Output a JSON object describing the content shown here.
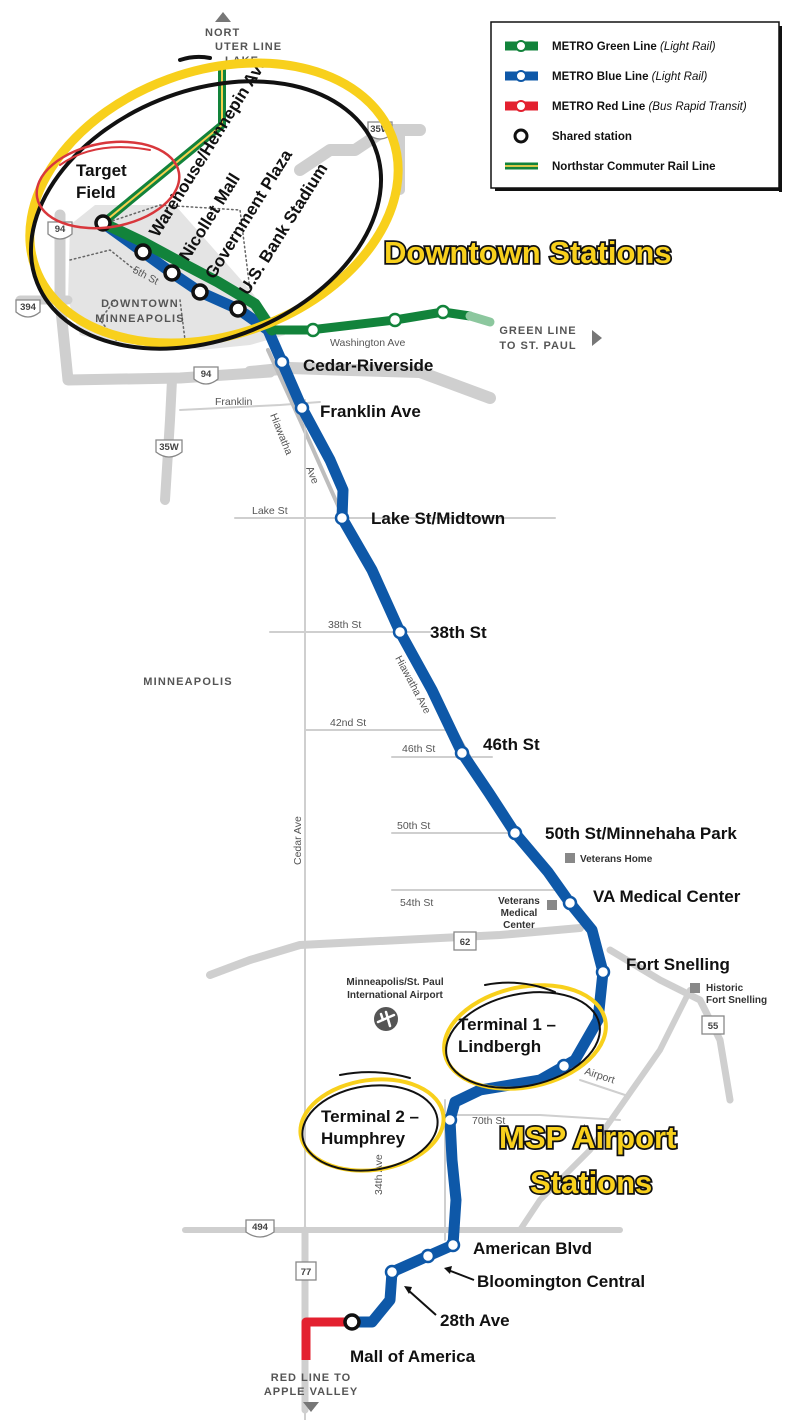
{
  "legend": {
    "items": [
      {
        "name": "METRO Green Line",
        "note": "(Light Rail)",
        "color": "#12833b",
        "kind": "line-station"
      },
      {
        "name": "METRO Blue Line",
        "note": "(Light Rail)",
        "color": "#0e58a8",
        "kind": "line-station"
      },
      {
        "name": "METRO Red Line",
        "note": "(Bus Rapid Transit)",
        "color": "#e3202f",
        "kind": "line-station"
      },
      {
        "name": "Shared station",
        "note": "",
        "color": "#111111",
        "kind": "station"
      },
      {
        "name": "Northstar Commuter Rail Line",
        "note": "",
        "color": "#12833b",
        "kind": "striped-line"
      }
    ]
  },
  "highlights": {
    "downtown": "Downtown Stations",
    "airport_line1": "MSP Airport",
    "airport_line2": "Stations"
  },
  "stations": {
    "target_field_1": "Target",
    "target_field_2": "Field",
    "warehouse": "Warehouse/Hennepin Ave",
    "nicollet": "Nicollet Mall",
    "government": "Government Plaza",
    "usbank": "U.S. Bank Stadium",
    "cedar": "Cedar-Riverside",
    "franklin": "Franklin Ave",
    "lake": "Lake St/Midtown",
    "st38": "38th St",
    "st46": "46th St",
    "st50": "50th St/Minnehaha Park",
    "va": "VA Medical Center",
    "fort": "Fort Snelling",
    "t1_1": "Terminal 1 –",
    "t1_2": "Lindbergh",
    "t2_1": "Terminal 2 –",
    "t2_2": "Humphrey",
    "american": "American Blvd",
    "bloomington": "Bloomington Central",
    "ave28": "28th Ave",
    "moa": "Mall of America"
  },
  "roads": {
    "fifth_st": "5th St",
    "washington": "Washington Ave",
    "franklin": "Franklin",
    "hiawatha1_a": "Hiawatha",
    "hiawatha1_b": "Ave",
    "lake": "Lake St",
    "st38": "38th St",
    "hiawatha2": "Hiawatha Ave",
    "st42": "42nd St",
    "st46": "46th St",
    "st50": "50th St",
    "st54": "54th St",
    "cedar": "Cedar Ave",
    "ave34": "34th Ave",
    "airport": "Airport",
    "st70": "70th St"
  },
  "shields": {
    "i35w_top": "35W",
    "i94_a": "94",
    "i394": "394",
    "i94_b": "94",
    "i35w_bottom": "35W",
    "mn62": "62",
    "mn55": "55",
    "i494": "494",
    "mn77": "77"
  },
  "areas": {
    "downtown_1": "DOWNTOWN",
    "downtown_2": "MINNEAPOLIS",
    "minneapolis": "MINNEAPOLIS"
  },
  "places": {
    "airport_1": "Minneapolis/St. Paul",
    "airport_2": "International Airport",
    "vets_home": "Veterans Home",
    "vamc_1": "Veterans",
    "vamc_2": "Medical",
    "vamc_3": "Center",
    "hfs_1": "Historic",
    "hfs_2": "Fort Snelling"
  },
  "directions": {
    "north_1": "NORTHSTAR",
    "north_1_visible": "NORT",
    "north_2": "COMMUTER LINE",
    "north_2_visible": "UTER LINE",
    "north_3": "TO BIG LAKE",
    "north_3_visible": "LAKE",
    "green_1": "GREEN LINE",
    "green_2": "TO ST. PAUL",
    "red_1": "RED LINE TO",
    "red_2": "APPLE VALLEY"
  },
  "colors": {
    "green": "#12833b",
    "blue": "#0e58a8",
    "red": "#e3202f",
    "highlight": "#f8d01c",
    "circle_red": "#d8373c",
    "road": "#c9c9c9"
  }
}
